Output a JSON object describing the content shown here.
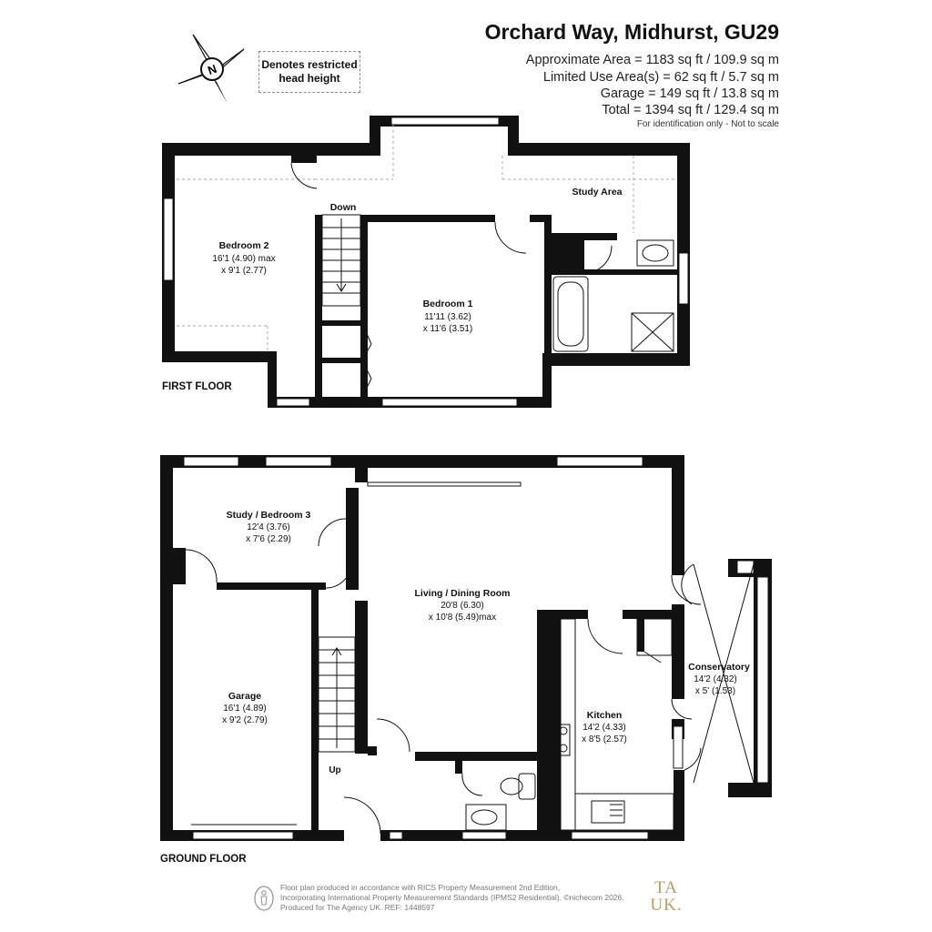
{
  "header": {
    "title": "Orchard Way, Midhurst, GU29",
    "areas": [
      "Approximate Area = 1183 sq ft / 109.9 sq m",
      "Limited Use Area(s) = 62 sq ft / 5.7 sq m",
      "Garage = 149 sq ft / 13.8 sq m",
      "Total = 1394 sq ft / 129.4 sq m"
    ],
    "note": "For identification only - Not to scale"
  },
  "compass": {
    "letter": "N"
  },
  "legend": {
    "restricted_line1": "Denotes restricted",
    "restricted_line2": "head height"
  },
  "first_floor": {
    "label": "FIRST FLOOR",
    "down_label": "Down",
    "study_area": "Study Area",
    "bedroom2": {
      "name": "Bedroom 2",
      "dim1": "16'1 (4.90) max",
      "dim2": "x 9'1 (2.77)"
    },
    "bedroom1": {
      "name": "Bedroom 1",
      "dim1": "11'11 (3.62)",
      "dim2": "x 11'6 (3.51)"
    }
  },
  "ground_floor": {
    "label": "GROUND FLOOR",
    "up_label": "Up",
    "study": {
      "name": "Study / Bedroom 3",
      "dim1": "12'4 (3.76)",
      "dim2": "x 7'6 (2.29)"
    },
    "living": {
      "name": "Living / Dining Room",
      "dim1": "20'8 (6.30)",
      "dim2": "x 10'8 (5.49)max"
    },
    "garage": {
      "name": "Garage",
      "dim1": "16'1 (4.89)",
      "dim2": "x 9'2 (2.79)"
    },
    "kitchen": {
      "name": "Kitchen",
      "dim1": "14'2 (4.33)",
      "dim2": "x 8'5 (2.57)"
    },
    "conservatory": {
      "name": "Conservatory",
      "dim1": "14'2 (4.32)",
      "dim2": "x 5' (1.53)"
    }
  },
  "footer": {
    "line1": "Floor plan produced in accordance with RICS Property Measurement 2nd Edition,",
    "line2": "Incorporating International Property Measurement Standards (IPMS2 Residential).  ©nichecom 2026.",
    "line3": "Produced for The Agency UK.   REF:  1448597",
    "logo_line1": "TA",
    "logo_line2": "UK."
  },
  "colors": {
    "wall": "#111111",
    "logo": "#b79b6c"
  }
}
